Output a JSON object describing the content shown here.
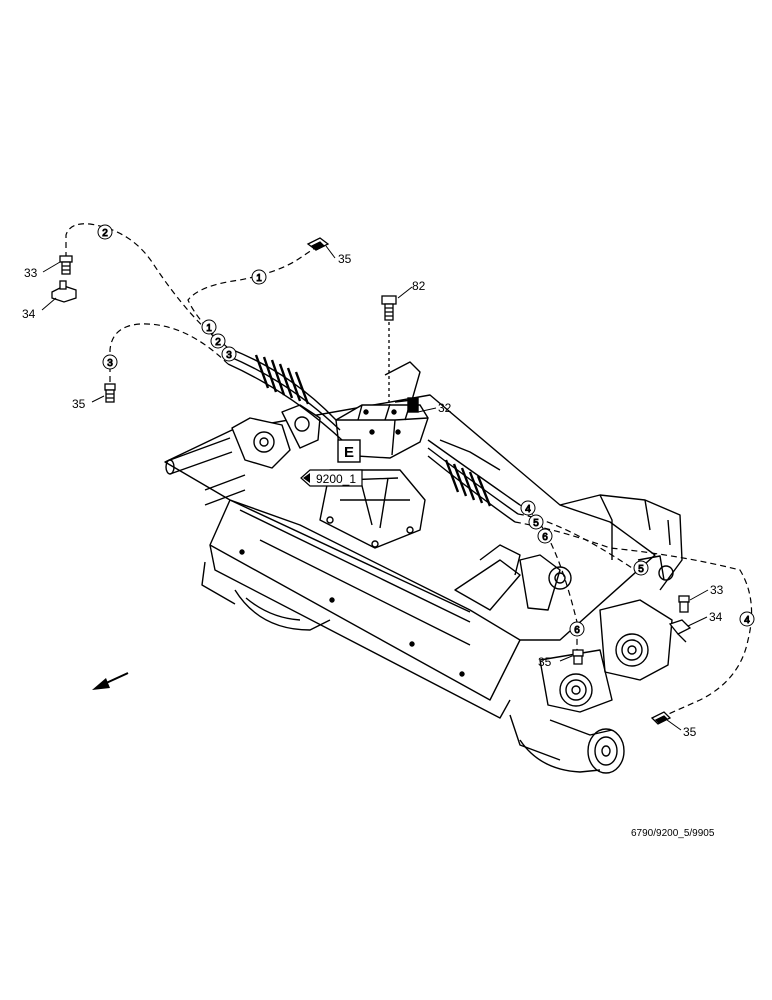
{
  "drawing_number": "6790/9200_5/9905",
  "section_reference": {
    "letter": "E",
    "see_page": "9200_1"
  },
  "part_numbers": {
    "p33_left": "33",
    "p34_left": "34",
    "p35_upper": "35",
    "p35_left": "35",
    "p82": "82",
    "p32": "32",
    "p33_right": "33",
    "p34_right": "34",
    "p35_mid": "35",
    "p35_lower": "35"
  },
  "hose_bubbles": {
    "b1_top": "1",
    "b2_top": "2",
    "b1_bundle": "1",
    "b2_bundle": "2",
    "b3_bundle": "3",
    "b3_left": "3",
    "b4_bundle": "4",
    "b5_bundle": "5",
    "b6_bundle": "6",
    "b5_right": "5",
    "b6_lower": "6",
    "b4_right": "4"
  },
  "colors": {
    "line": "#000000",
    "background": "#ffffff"
  },
  "icons": [
    "direction-arrow-icon"
  ]
}
